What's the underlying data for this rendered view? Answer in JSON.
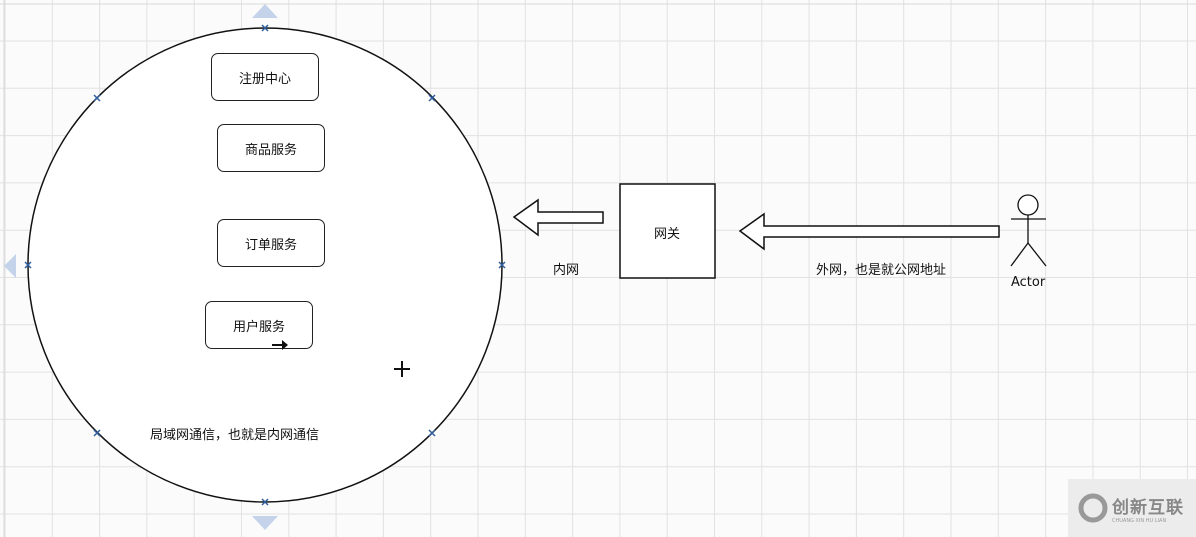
{
  "diagram": {
    "services": [
      {
        "label": "注册中心"
      },
      {
        "label": "商品服务"
      },
      {
        "label": "订单服务"
      },
      {
        "label": "用户服务"
      }
    ],
    "circle_caption": "局域网通信，也就是内网通信",
    "gateway": {
      "label": "网关"
    },
    "inner_arrow_label": "内网",
    "outer_arrow_label": "外网，也是就公网地址",
    "actor": {
      "label": "Actor"
    }
  },
  "watermark": {
    "title": "创新互联",
    "subtitle": "CHUANG XIN HU LIAN"
  },
  "colors": {
    "grid": "#e2e2e2",
    "handle": "#2f5f9e",
    "hover_arrow": "#c4d3ea"
  }
}
